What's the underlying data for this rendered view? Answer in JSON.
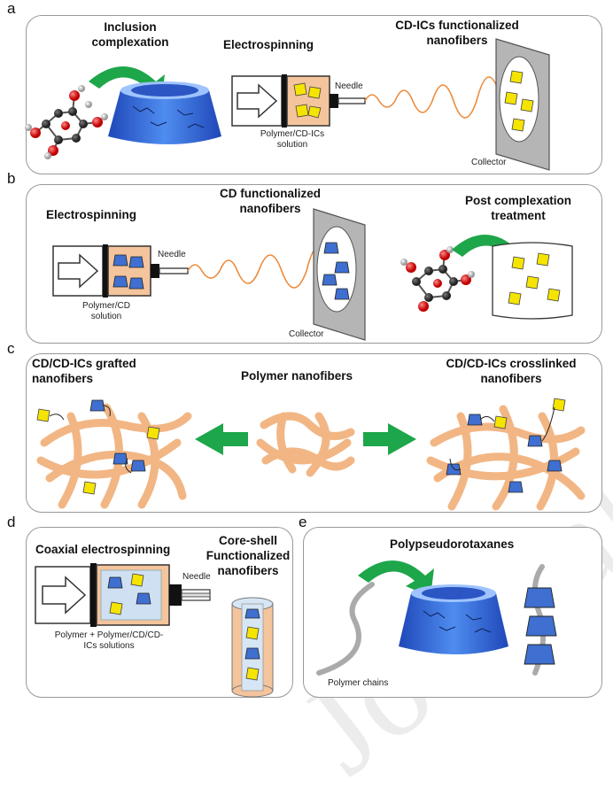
{
  "panel_a": {
    "label": "a",
    "inclusion_title": "Inclusion complexation",
    "electrospinning_title": "Electrospinning",
    "needle": "Needle",
    "solution": "Polymer/CD-ICs solution",
    "fibers_title": "CD-ICs functionalized nanofibers",
    "collector": "Collector"
  },
  "panel_b": {
    "label": "b",
    "electrospinning_title": "Electrospinning",
    "needle": "Needle",
    "solution": "Polymer/CD solution",
    "fibers_title": "CD functionalized nanofibers",
    "collector": "Collector",
    "post_title": "Post complexation treatment"
  },
  "panel_c": {
    "label": "c",
    "left_title": "CD/CD-ICs grafted nanofibers",
    "center_title": "Polymer nanofibers",
    "right_title": "CD/CD-ICs crosslinked nanofibers"
  },
  "panel_d": {
    "label": "d",
    "title": "Coaxial electrospinning",
    "needle": "Needle",
    "core_shell_title": "Core-shell Functionalized nanofibers",
    "solution": "Polymer + Polymer/CD/CD-ICs solutions"
  },
  "panel_e": {
    "label": "e",
    "title": "Polypseudorotaxanes",
    "chains": "Polymer chains"
  },
  "watermark": "Journal Pre-proof",
  "colors": {
    "fiber": "#f2b684",
    "wave": "#ec8a3a",
    "cd_blue": "#3f6fd0",
    "guest_yellow": "#f5e400",
    "arrow_green": "#1ea64a",
    "syringe_fill": "#f4c49c",
    "collector_gray": "#b5b5b5"
  }
}
